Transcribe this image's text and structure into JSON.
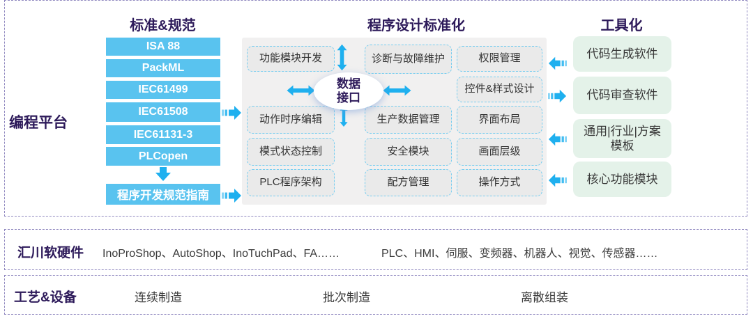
{
  "palette": {
    "accent_blue": "#1FB0EF",
    "box_blue": "#59C3EF",
    "box_green": "#E4F2E9",
    "panel_gray": "#F1F0F0",
    "title_purple": "#2D1A5A"
  },
  "platform": {
    "side_label": "编程平台",
    "standards": {
      "title": "标准&规范",
      "items": [
        "ISA 88",
        "PackML",
        "IEC61499",
        "IEC61508",
        "IEC61131-3",
        "PLCopen"
      ],
      "guide": "程序开发规范指南"
    },
    "standardization": {
      "title": "程序设计标准化",
      "hub": {
        "line1": "数据",
        "line2": "接口"
      },
      "col1": [
        "功能模块开发",
        "动作时序编辑",
        "模式状态控制",
        "PLC程序架构"
      ],
      "col2": [
        "诊断与故障维护",
        "生产数据管理",
        "安全模块",
        "配方管理"
      ],
      "col3": [
        "权限管理",
        "控件&样式设计",
        "界面布局",
        "画面层级",
        "操作方式"
      ]
    },
    "tooling": {
      "title": "工具化",
      "items": [
        "代码生成软件",
        "代码审查软件",
        "通用|行业|方案模板",
        "核心功能模块"
      ]
    }
  },
  "middle_band": {
    "label": "汇川软硬件",
    "software": "InoProShop、AutoShop、InoTuchPad、FA……",
    "hardware": "PLC、HMI、伺服、变频器、机器人、视觉、传感器……"
  },
  "bottom_band": {
    "label": "工艺&设备",
    "items": [
      "连续制造",
      "批次制造",
      "离散组装"
    ]
  }
}
